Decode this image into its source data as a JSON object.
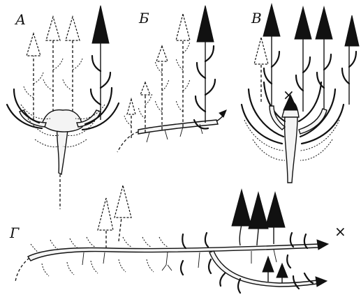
{
  "figure": {
    "panels": [
      {
        "id": "A",
        "label": "А"
      },
      {
        "id": "B",
        "label": "Б"
      },
      {
        "id": "V",
        "label": "В"
      },
      {
        "id": "G",
        "label": "Г"
      }
    ],
    "markers": {
      "removed_symbol": "×"
    },
    "colors": {
      "ink": "#111111",
      "paper": "#ffffff",
      "root_fill": "#f4f4f4"
    },
    "legend_semantics": {
      "solid_arrow": "filled-black-arrowhead",
      "dashed_arrow": "hollow-dashed-arrowhead"
    }
  }
}
